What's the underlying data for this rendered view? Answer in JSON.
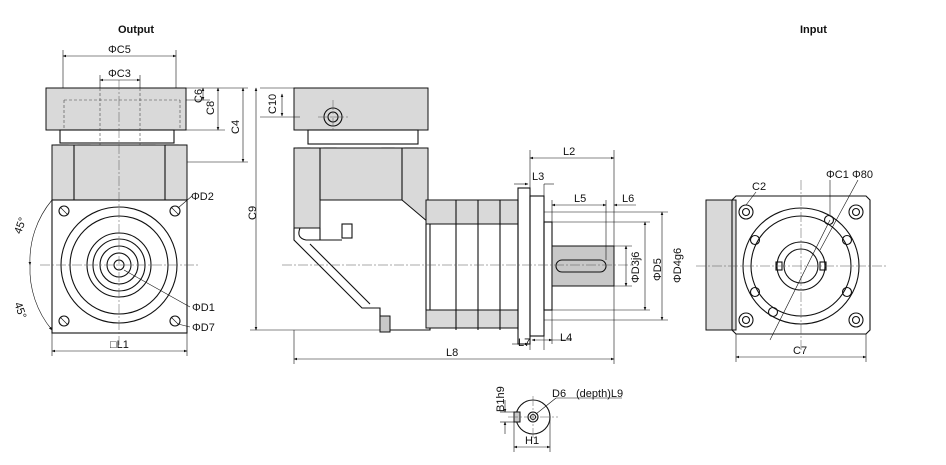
{
  "titles": {
    "output": "Output",
    "input": "Input"
  },
  "labels": {
    "c5": "ΦC5",
    "c3": "ΦC3",
    "c6": "C6",
    "c8": "C8",
    "c4": "C4",
    "d2": "ΦD2",
    "a45_top": "45°",
    "a45_bot": "45°",
    "d1": "ΦD1",
    "d7": "ΦD7",
    "l1": "□L1",
    "c10": "C10",
    "c9": "C9",
    "l2": "L2",
    "l3": "L3",
    "l5": "L5",
    "l6": "L6",
    "d3": "ΦD3j6",
    "d5": "ΦD5",
    "d4": "ΦD4g6",
    "l7": "L7",
    "l4": "L4",
    "l8": "L8",
    "c2": "C2",
    "c1": "ΦC1",
    "p80": "Φ80",
    "c7": "C7",
    "b1": "B1h9",
    "d6": "D6",
    "l9": "(depth)L9",
    "h1": "H1"
  }
}
